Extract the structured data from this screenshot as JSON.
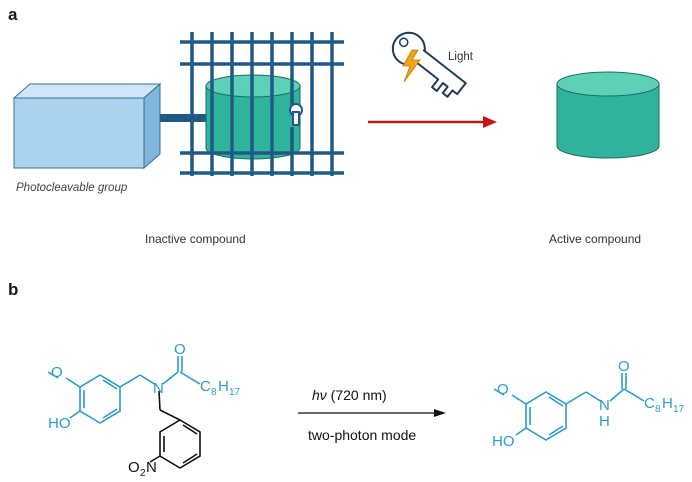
{
  "panel_a": {
    "label": "a",
    "photocleavable_label": "Photocleavable group",
    "light_label": "Light",
    "inactive_label": "Inactive compound",
    "active_label": "Active compound",
    "colors": {
      "box": "#a9d3ee",
      "box_top": "#cfe6f6",
      "box_side": "#7fb6da",
      "box_stroke": "#3a6f94",
      "cage": "#1f5a86",
      "cylinder": "#2fb39a",
      "cylinder_top": "#5cd1b7",
      "arrow": "#c0161a",
      "key": "#ffffff",
      "key_stroke": "#1f3b57",
      "bolt": "#f0a21a"
    }
  },
  "panel_b": {
    "label": "b",
    "reactant": {
      "O_carbonyl": "O",
      "chain": "C",
      "chain_sub1": "8",
      "chain_mid": "H",
      "chain_sub2": "17",
      "N": "N",
      "HO": "HO",
      "methoxy_O": "O",
      "nitro_O2": "O",
      "nitro_sub": "2",
      "nitro_N": "N"
    },
    "conditions_italic": "hν",
    "conditions_rest": " (720 nm)",
    "conditions_below": "two-photon mode",
    "product": {
      "O_carbonyl": "O",
      "N": "N",
      "H": "H",
      "chain": "C",
      "chain_sub1": "8",
      "chain_mid": "H",
      "chain_sub2": "17",
      "HO": "HO",
      "methoxy_O": "O"
    },
    "colors": {
      "blue": "#2a9ccc",
      "black": "#111111"
    }
  }
}
